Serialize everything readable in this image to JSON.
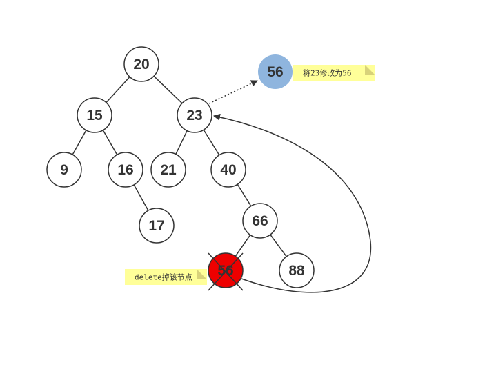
{
  "tree": {
    "nodes": [
      {
        "id": "n20",
        "label": "20"
      },
      {
        "id": "n15",
        "label": "15"
      },
      {
        "id": "n23",
        "label": "23"
      },
      {
        "id": "n9",
        "label": "9"
      },
      {
        "id": "n16",
        "label": "16"
      },
      {
        "id": "n21",
        "label": "21"
      },
      {
        "id": "n40",
        "label": "40"
      },
      {
        "id": "n17",
        "label": "17"
      },
      {
        "id": "n66",
        "label": "66"
      },
      {
        "id": "n56del",
        "label": "56",
        "state": "deleted"
      },
      {
        "id": "n88",
        "label": "88"
      }
    ],
    "edges": [
      [
        "n20",
        "n15"
      ],
      [
        "n20",
        "n23"
      ],
      [
        "n15",
        "n9"
      ],
      [
        "n15",
        "n16"
      ],
      [
        "n23",
        "n21"
      ],
      [
        "n23",
        "n40"
      ],
      [
        "n16",
        "n17"
      ],
      [
        "n40",
        "n66"
      ],
      [
        "n66",
        "n56del"
      ],
      [
        "n66",
        "n88"
      ]
    ]
  },
  "replacement": {
    "label": "56"
  },
  "notes": {
    "replace": "将23修改为56",
    "delete": "delete掉该节点"
  },
  "colors": {
    "replacement_fill": "#8fb5de",
    "deleted_fill": "#ee0000",
    "note_bg": "#ffff99",
    "note_fold": "#d8d27a",
    "line": "#333333"
  }
}
